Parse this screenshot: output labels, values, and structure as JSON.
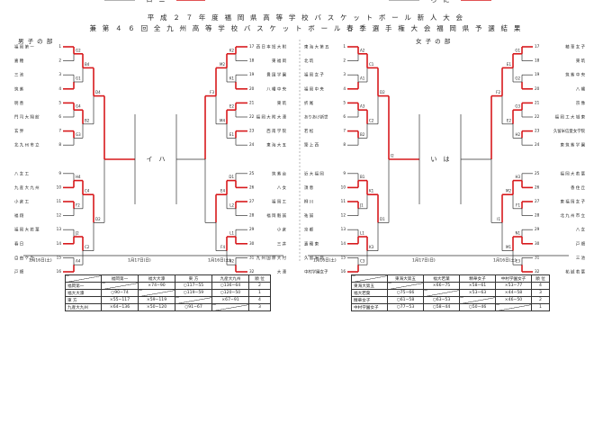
{
  "title": {
    "line1": "平 成 ２ ７ 年 度 福 岡 県 高 等 学 校 バ ス ケ ッ ト ボ ー ル 新 人 大 会",
    "line2": "兼 第 ４ ６ 回 全 九 州 高 等 学 校 バ ス ケ ッ ト ボ ー ル 春 季 選 手 権 大 会 福 岡 県 予 選 結 果"
  },
  "sections": {
    "boys": "男 子 の 部",
    "girls": "女 子 の 部"
  },
  "colors": {
    "win_line": "#d7191c",
    "line": "#333333"
  },
  "dates": {
    "day16": "1月16日(土)",
    "day17": "1月17日(日)"
  },
  "boys": {
    "left_teams": [
      {
        "seed": "1",
        "name": "福 岡 第 一"
      },
      {
        "seed": "2",
        "name": "嘉 穂"
      },
      {
        "seed": "3",
        "name": "三 池"
      },
      {
        "seed": "4",
        "name": "筑 紫"
      },
      {
        "seed": "5",
        "name": "明 善"
      },
      {
        "seed": "6",
        "name": "門 司 大 翔 館"
      },
      {
        "seed": "7",
        "name": "玄 界"
      },
      {
        "seed": "8",
        "name": "北 九 州 市 立"
      },
      {
        "seed": "9",
        "name": "八 女 工"
      },
      {
        "seed": "10",
        "name": "九 産 大 九 州"
      },
      {
        "seed": "11",
        "name": "小 倉 工"
      },
      {
        "seed": "12",
        "name": "福 翔"
      },
      {
        "seed": "13",
        "name": "福 岡 大 若 葉"
      },
      {
        "seed": "14",
        "name": "春 日"
      },
      {
        "seed": "15",
        "name": "自 由 ケ 丘"
      },
      {
        "seed": "16",
        "name": "戸 畑"
      }
    ],
    "right_teams": [
      {
        "seed": "17",
        "name": "西 日 本 短 大 附"
      },
      {
        "seed": "18",
        "name": "東 福 岡"
      },
      {
        "seed": "19",
        "name": "豊 国 学 園"
      },
      {
        "seed": "20",
        "name": "八 幡 中 央"
      },
      {
        "seed": "21",
        "name": "東 筑"
      },
      {
        "seed": "22",
        "name": "福 岡 大 附 大 濠"
      },
      {
        "seed": "23",
        "name": "西 南 学 院"
      },
      {
        "seed": "24",
        "name": "東 海 大 五"
      },
      {
        "seed": "25",
        "name": "筑 紫 台"
      },
      {
        "seed": "26",
        "name": "八 女"
      },
      {
        "seed": "27",
        "name": "福 岡 工"
      },
      {
        "seed": "28",
        "name": "福 岡 魁 誠"
      },
      {
        "seed": "29",
        "name": "小 倉"
      },
      {
        "seed": "30",
        "name": "三 井"
      },
      {
        "seed": "31",
        "name": "九 州 国 際 大 付"
      },
      {
        "seed": "32",
        "name": "大 濠"
      }
    ],
    "left_codes": [
      "G2",
      "G1",
      "G4",
      "G3",
      "H4",
      "F2",
      "J2",
      "A4",
      "B4",
      "B2",
      "C4",
      "C2",
      "D4",
      "D2"
    ],
    "right_codes": [
      "K2",
      "K1",
      "E2",
      "E1",
      "D1",
      "L2",
      "L1",
      "N2",
      "M2",
      "M4",
      "E4",
      "F4",
      "F3"
    ],
    "center_letters": [
      "イ",
      "ハ",
      "ロ",
      "ニ"
    ]
  },
  "girls": {
    "left_teams": [
      {
        "seed": "1",
        "name": "東 海 大 第 五"
      },
      {
        "seed": "2",
        "name": "北 筑"
      },
      {
        "seed": "3",
        "name": "福 岡 女 子"
      },
      {
        "seed": "4",
        "name": "福 岡 中 央"
      },
      {
        "seed": "5",
        "name": "折 尾"
      },
      {
        "seed": "6",
        "name": "ありあけ新世"
      },
      {
        "seed": "7",
        "name": "若 松"
      },
      {
        "seed": "8",
        "name": "築 上 西"
      },
      {
        "seed": "9",
        "name": "近 大 福 岡"
      },
      {
        "seed": "10",
        "name": "須 恵"
      },
      {
        "seed": "11",
        "name": "柳 川"
      },
      {
        "seed": "12",
        "name": "祐 誠"
      },
      {
        "seed": "13",
        "name": "京 都"
      },
      {
        "seed": "14",
        "name": "嘉 穂 東"
      },
      {
        "seed": "15",
        "name": "久 留 米 商"
      },
      {
        "seed": "16",
        "name": "中村学園女子"
      }
    ],
    "right_teams": [
      {
        "seed": "17",
        "name": "精 華 女 子"
      },
      {
        "seed": "18",
        "name": "東 筑"
      },
      {
        "seed": "19",
        "name": "筑 紫 中 央"
      },
      {
        "seed": "20",
        "name": "八 幡"
      },
      {
        "seed": "21",
        "name": "宗 像"
      },
      {
        "seed": "22",
        "name": "福 岡 工 大 城 東"
      },
      {
        "seed": "23",
        "name": "久留米信愛女学院"
      },
      {
        "seed": "24",
        "name": "東 筑 紫 学 園"
      },
      {
        "seed": "25",
        "name": "福 岡 大 若 葉"
      },
      {
        "seed": "26",
        "name": "香 住 丘"
      },
      {
        "seed": "27",
        "name": "東 福 岡 女 子"
      },
      {
        "seed": "28",
        "name": "北 九 州 市 立"
      },
      {
        "seed": "29",
        "name": "八 女"
      },
      {
        "seed": "30",
        "name": "戸 畑"
      },
      {
        "seed": "31",
        "name": "三 池"
      },
      {
        "seed": "32",
        "name": "祐 誠 若 葉"
      }
    ],
    "left_codes": [
      "A2",
      "A1",
      "A3",
      "B2",
      "B1",
      "J1",
      "L1",
      "C3",
      "C1",
      "C2",
      "K1",
      "K3",
      "D2",
      "D1",
      "I2"
    ],
    "right_codes": [
      "G1",
      "G2",
      "G3",
      "H2",
      "H3",
      "F1",
      "N1",
      "E3",
      "E1",
      "E2",
      "M2",
      "M1",
      "F2",
      "I1"
    ],
    "center_letters": [
      "い",
      "は",
      "ろ",
      "に"
    ]
  },
  "boys_table": {
    "headers": [
      "",
      "福岡第一",
      "福大大濠",
      "東 方",
      "九産大九州",
      "順 位"
    ],
    "rows": [
      [
        "福岡第一",
        "",
        "×74−90",
        "○117−55",
        "○136−64",
        "2"
      ],
      [
        "福大大濠",
        "○90−74",
        "",
        "○119−59",
        "○120−50",
        "1"
      ],
      [
        "東 方",
        "×55−117",
        "×59−119",
        "",
        "×67−91",
        "4"
      ],
      [
        "九産大九州",
        "×64−136",
        "×50−120",
        "○91−67",
        "",
        "3"
      ]
    ]
  },
  "girls_table": {
    "headers": [
      "",
      "東海大第五",
      "福大若葉",
      "精華女子",
      "中村学園女子",
      "順 位"
    ],
    "rows": [
      [
        "東海大第五",
        "",
        "×66−75",
        "×58−61",
        "×53−77",
        "4"
      ],
      [
        "福大若葉",
        "○75−66",
        "",
        "×53−63",
        "×44−58",
        "3"
      ],
      [
        "精華女子",
        "○61−58",
        "○63−53",
        "",
        "×46−50",
        "2"
      ],
      [
        "中村学園女子",
        "○77−53",
        "○58−44",
        "○50−46",
        "",
        "1"
      ]
    ]
  }
}
